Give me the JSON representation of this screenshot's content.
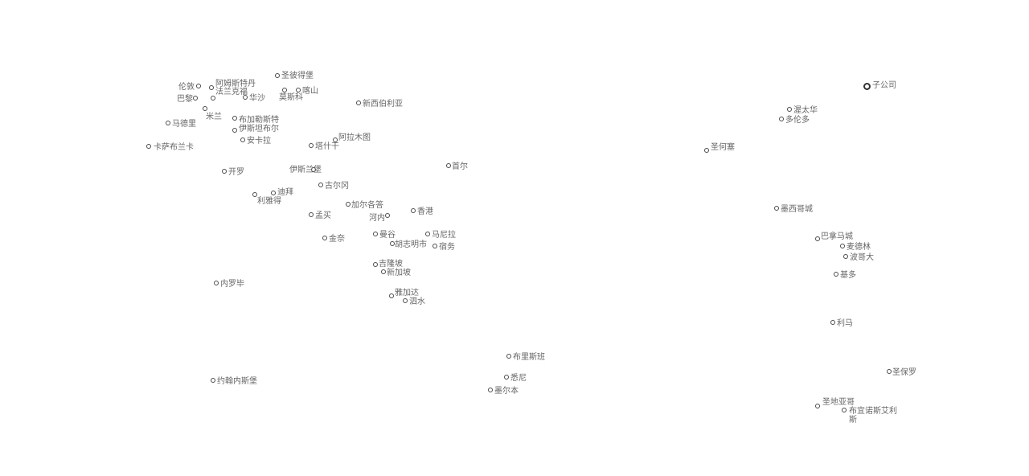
{
  "map": {
    "cities": [
      {
        "name": "伦敦"
      },
      {
        "name": "阿姆斯特丹"
      },
      {
        "name": "法兰克福"
      },
      {
        "name": "巴黎"
      },
      {
        "name": "华沙"
      },
      {
        "name": "圣彼得堡"
      },
      {
        "name": "莫斯科"
      },
      {
        "name": "喀山"
      },
      {
        "name": "米兰"
      },
      {
        "name": "新西伯利亚"
      },
      {
        "name": "马德里"
      },
      {
        "name": "布加勒斯特"
      },
      {
        "name": "伊斯坦布尔"
      },
      {
        "name": "安卡拉"
      },
      {
        "name": "卡萨布兰卡"
      },
      {
        "name": "塔什干"
      },
      {
        "name": "阿拉木图"
      },
      {
        "name": "开罗"
      },
      {
        "name": "伊斯兰堡"
      },
      {
        "name": "古尔冈"
      },
      {
        "name": "迪拜"
      },
      {
        "name": "利雅得"
      },
      {
        "name": "加尔各答"
      },
      {
        "name": "孟买"
      },
      {
        "name": "河内"
      },
      {
        "name": "香港"
      },
      {
        "name": "首尔"
      },
      {
        "name": "金奈"
      },
      {
        "name": "曼谷"
      },
      {
        "name": "马尼拉"
      },
      {
        "name": "胡志明市"
      },
      {
        "name": "宿务"
      },
      {
        "name": "吉隆坡"
      },
      {
        "name": "新加坡"
      },
      {
        "name": "雅加达"
      },
      {
        "name": "泗水"
      },
      {
        "name": "内罗毕"
      },
      {
        "name": "约翰内斯堡"
      },
      {
        "name": "布里斯班"
      },
      {
        "name": "悉尼"
      },
      {
        "name": "墨尔本"
      },
      {
        "name": "子公司"
      },
      {
        "name": "渥太华"
      },
      {
        "name": "多伦多"
      },
      {
        "name": "圣何塞"
      },
      {
        "name": "墨西哥城"
      },
      {
        "name": "巴拿马城"
      },
      {
        "name": "麦德林"
      },
      {
        "name": "波哥大"
      },
      {
        "name": "基多"
      },
      {
        "name": "利马"
      },
      {
        "name": "圣保罗"
      },
      {
        "name": "圣地亚哥"
      },
      {
        "name": "布宜诺斯艾利斯"
      }
    ],
    "colors": {
      "marker": "#4a4a4a",
      "label": "#666666"
    }
  }
}
